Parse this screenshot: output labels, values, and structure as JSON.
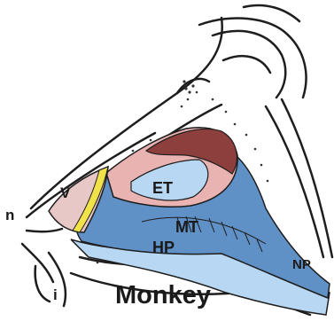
{
  "labels": {
    "v": "V",
    "n": "n",
    "et": "ET",
    "mt": "MT",
    "hp": "HP",
    "np": "NP",
    "i": "i",
    "title": "Monkey"
  },
  "colors": {
    "outline": "#1e1e1e",
    "et_region": "#e9b3b1",
    "dark_region": "#8c3f3c",
    "mt_blue": "#5f90c6",
    "light_blue": "#b8d7f2",
    "vestibule_pink": "#e8c7c7",
    "yellow_band": "#f2e24a",
    "background": "#ffffff"
  }
}
